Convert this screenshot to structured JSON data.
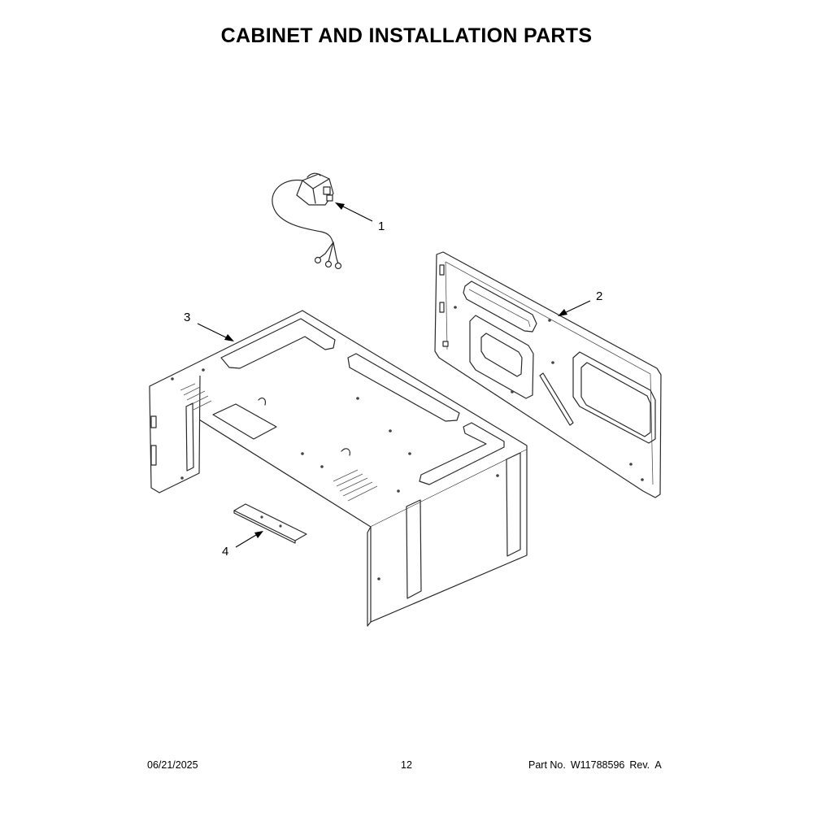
{
  "page": {
    "title": "CABINET AND INSTALLATION PARTS"
  },
  "callouts": [
    {
      "id": "1",
      "label": "1"
    },
    {
      "id": "2",
      "label": "2"
    },
    {
      "id": "3",
      "label": "3"
    },
    {
      "id": "4",
      "label": "4"
    }
  ],
  "footer": {
    "date": "06/21/2025",
    "page_number": "12",
    "part_label": "Part No.",
    "part_number": "W11788596",
    "revision": "Rev.  A"
  }
}
